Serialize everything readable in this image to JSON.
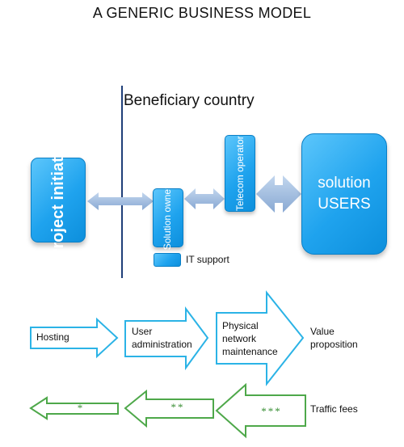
{
  "title": "A GENERIC BUSINESS MODEL",
  "country_label": "Beneficiary country",
  "nodes": {
    "project_initiator": "Project initiator",
    "solution_owner": "Solution owner",
    "telecom_operator": "Telecom operator",
    "solution_users_line1": "solution",
    "solution_users_line2": "USERS",
    "it_support": "IT support"
  },
  "value_chain": {
    "hosting": "Hosting",
    "user_administration_line1": "User",
    "user_administration_line2": "administration",
    "physical_line1": "Physical",
    "physical_line2": "network",
    "physical_line3": "maintenance",
    "value_line1": "Value",
    "value_line2": "proposition"
  },
  "fees": {
    "one_star": "*",
    "two_stars": "**",
    "three_stars": "***",
    "traffic_fees": "Traffic fees"
  },
  "colors": {
    "box_blue": "#1fa3ee",
    "connector_blue": "#9cb9de",
    "value_arrow_outline": "#2bb3e6",
    "fee_arrow_outline": "#4ea84a",
    "divider": "#1f3f79"
  }
}
